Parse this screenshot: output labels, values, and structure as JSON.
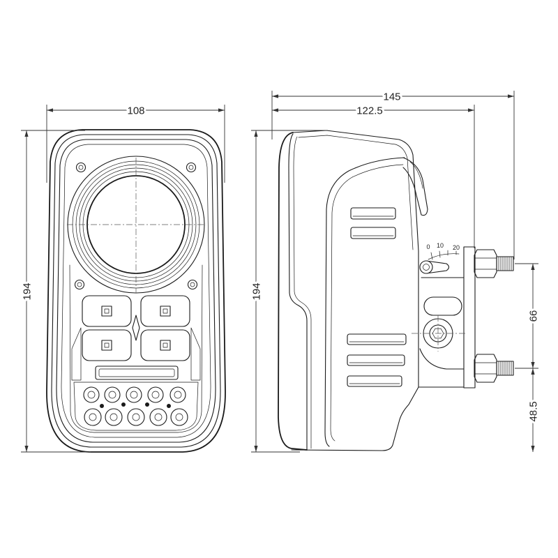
{
  "front_view": {
    "width": "108",
    "height": "194"
  },
  "side_view": {
    "overall_depth": "145",
    "housing_depth": "122.5",
    "height": "194",
    "bolt_spacing": "66",
    "lower_bolt_height": "48.5",
    "tilt_scale": [
      "0",
      "10",
      "20"
    ]
  },
  "colors": {
    "line": "#1a1a1a",
    "dimension": "#333333",
    "background": "#ffffff"
  }
}
